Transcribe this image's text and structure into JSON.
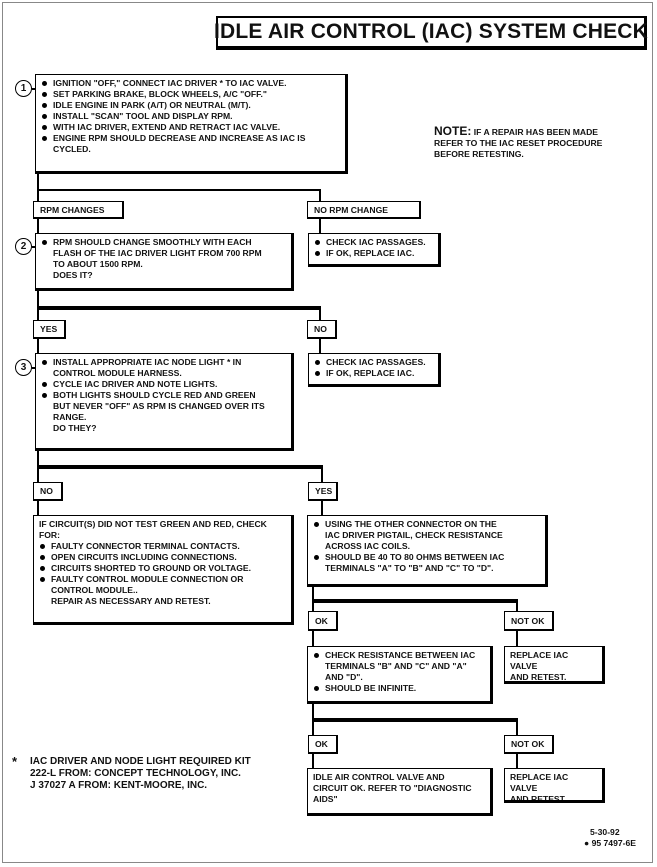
{
  "title": "IDLE AIR CONTROL (IAC) SYSTEM CHECK",
  "note": {
    "heading": "NOTE:",
    "line1": "IF A REPAIR HAS BEEN MADE",
    "line2": "REFER TO THE IAC RESET PROCEDURE",
    "line3": "BEFORE RETESTING."
  },
  "steps": {
    "s1": {
      "number": "1",
      "items": [
        "IGNITION \"OFF,\" CONNECT IAC DRIVER * TO IAC VALVE.",
        "SET PARKING BRAKE, BLOCK WHEELS, A/C \"OFF.\"",
        "IDLE ENGINE IN PARK (A/T) OR NEUTRAL (M/T).",
        "INSTALL \"SCAN\" TOOL AND DISPLAY RPM.",
        "WITH IAC DRIVER, EXTEND AND RETRACT IAC VALVE.",
        "ENGINE RPM SHOULD DECREASE AND INCREASE AS IAC IS",
        "CYCLED."
      ]
    },
    "s2": {
      "number": "2",
      "items": [
        "RPM SHOULD CHANGE SMOOTHLY WITH EACH",
        "FLASH OF THE IAC DRIVER LIGHT FROM 700 RPM",
        "TO ABOUT 1500 RPM.",
        "DOES IT?"
      ]
    },
    "s3": {
      "number": "3",
      "items": [
        "INSTALL APPROPRIATE IAC NODE LIGHT * IN",
        "CONTROL MODULE HARNESS.",
        "CYCLE IAC DRIVER AND NOTE LIGHTS.",
        "BOTH LIGHTS SHOULD CYCLE RED AND GREEN",
        "BUT NEVER \"OFF\" AS RPM IS CHANGED OVER ITS",
        "RANGE.",
        "DO THEY?"
      ]
    }
  },
  "labels": {
    "rpm_changes": "RPM CHANGES",
    "no_rpm_change": "NO RPM CHANGE",
    "yes1": "YES",
    "no1": "NO",
    "no2": "NO",
    "yes2": "YES",
    "ok1": "OK",
    "not_ok1": "NOT OK",
    "ok2": "OK",
    "not_ok2": "NOT OK"
  },
  "boxes": {
    "check_passages_1": [
      "CHECK IAC PASSAGES.",
      "IF OK, REPLACE IAC."
    ],
    "check_passages_2": [
      "CHECK IAC PASSAGES.",
      "IF OK, REPLACE IAC."
    ],
    "circuit_check": {
      "intro1": "IF CIRCUIT(S) DID NOT TEST GREEN AND RED, CHECK",
      "intro2": "FOR:",
      "items": [
        "FAULTY CONNECTOR TERMINAL CONTACTS.",
        "OPEN CIRCUITS INCLUDING CONNECTIONS.",
        "CIRCUITS SHORTED TO GROUND OR VOLTAGE.",
        "FAULTY CONTROL MODULE CONNECTION OR",
        "CONTROL MODULE..",
        "REPAIR AS NECESSARY AND RETEST."
      ]
    },
    "resistance_check_1": [
      "USING THE OTHER CONNECTOR ON THE",
      "IAC DRIVER PIGTAIL, CHECK RESISTANCE",
      "ACROSS IAC COILS.",
      "SHOULD BE 40 TO 80 OHMS BETWEEN IAC",
      "TERMINALS \"A\" TO \"B\" AND \"C\" TO \"D\"."
    ],
    "resistance_check_2": [
      "CHECK RESISTANCE BETWEEN IAC",
      "TERMINALS \"B\" AND \"C\" AND \"A\"",
      "AND \"D\".",
      "SHOULD BE INFINITE."
    ],
    "replace_iac_1": [
      "REPLACE IAC VALVE",
      "AND RETEST."
    ],
    "valve_ok": [
      "IDLE AIR CONTROL VALVE AND",
      "CIRCUIT OK.  REFER TO \"DIAGNOSTIC",
      "AIDS\""
    ],
    "replace_iac_2": [
      "REPLACE IAC VALVE",
      "AND RETEST."
    ]
  },
  "footnote": {
    "asterisk": "*",
    "line1": "IAC DRIVER AND NODE LIGHT REQUIRED KIT",
    "line2": "222-L FROM:  CONCEPT TECHNOLOGY, INC.",
    "line3": "J 37027 A FROM:  KENT-MOORE, INC."
  },
  "code": {
    "date": "5-30-92",
    "id": "● 95 7497-6E"
  }
}
